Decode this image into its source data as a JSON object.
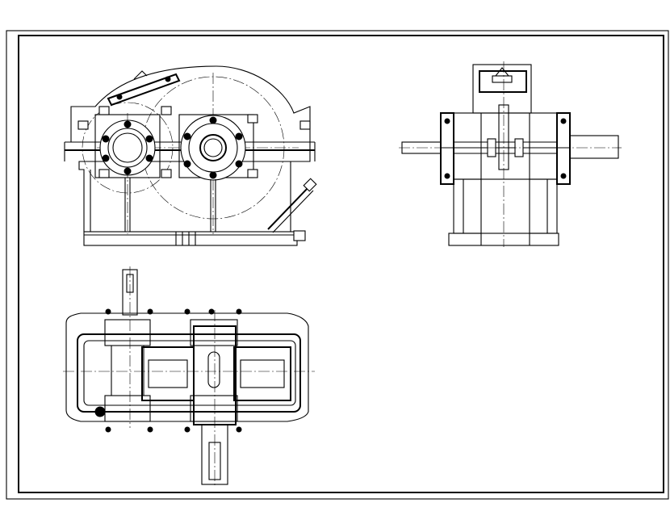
{
  "drawing": {
    "line_color": "#000000",
    "background": "#ffffff",
    "views": [
      {
        "name": "front-elevation"
      },
      {
        "name": "side-elevation"
      },
      {
        "name": "plan-view"
      }
    ]
  }
}
